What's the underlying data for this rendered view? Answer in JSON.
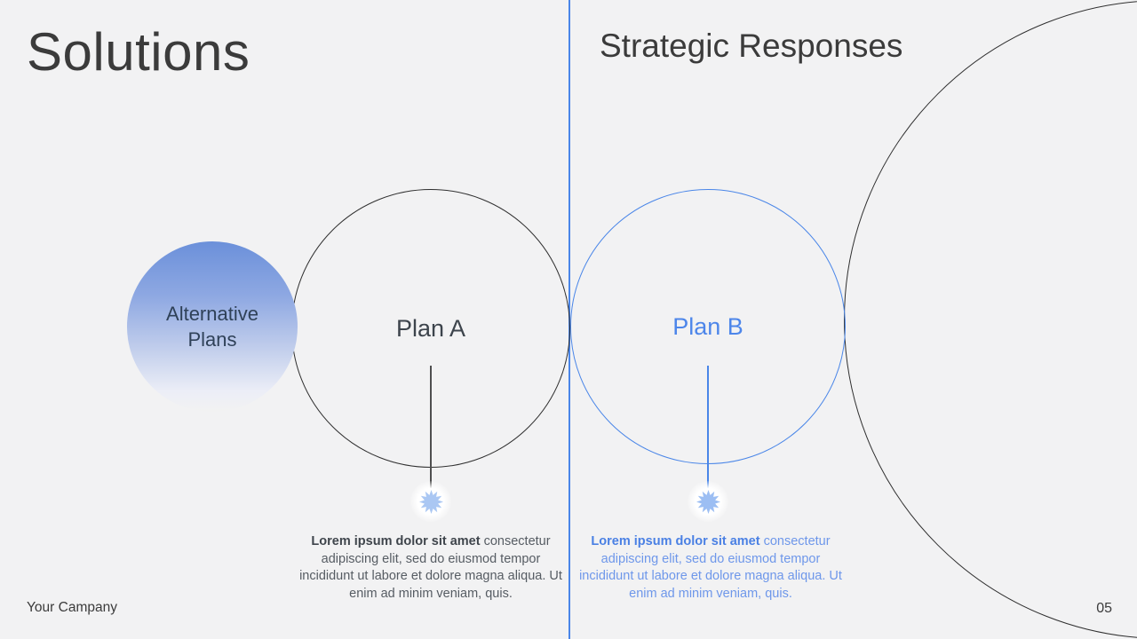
{
  "slide": {
    "left_panel": {
      "title": "Solutions"
    },
    "right_panel": {
      "title": "Strategic Responses"
    },
    "footer": {
      "company_name": "Your Campany",
      "page_number": "05"
    }
  },
  "diagram": {
    "intro_bubble": {
      "label": "Alternative Plans"
    },
    "plan_a": {
      "label": "Plan A",
      "marker_icon": "starburst-icon",
      "description_bold": "Lorem ipsum dolor sit amet",
      "description_rest": " consectetur adipiscing elit, sed do eiusmod tempor incididunt ut labore et dolore magna aliqua. Ut enim ad minim veniam, quis."
    },
    "plan_b": {
      "label": "Plan B",
      "marker_icon": "starburst-icon",
      "description_bold": "Lorem ipsum dolor sit amet",
      "description_rest": " consectetur adipiscing elit, sed do eiusmod tempor incididunt ut labore et dolore magna aliqua. Ut enim ad minim veniam, quis."
    }
  },
  "colors": {
    "background": "#f2f2f3",
    "accent_blue": "#4a86e8",
    "dark_text": "#3b3b3b",
    "bubble_gradient_top": "#6b90da",
    "dark_circle_stroke": "#2f2f2f",
    "star_fill": "#a9c6f3"
  }
}
